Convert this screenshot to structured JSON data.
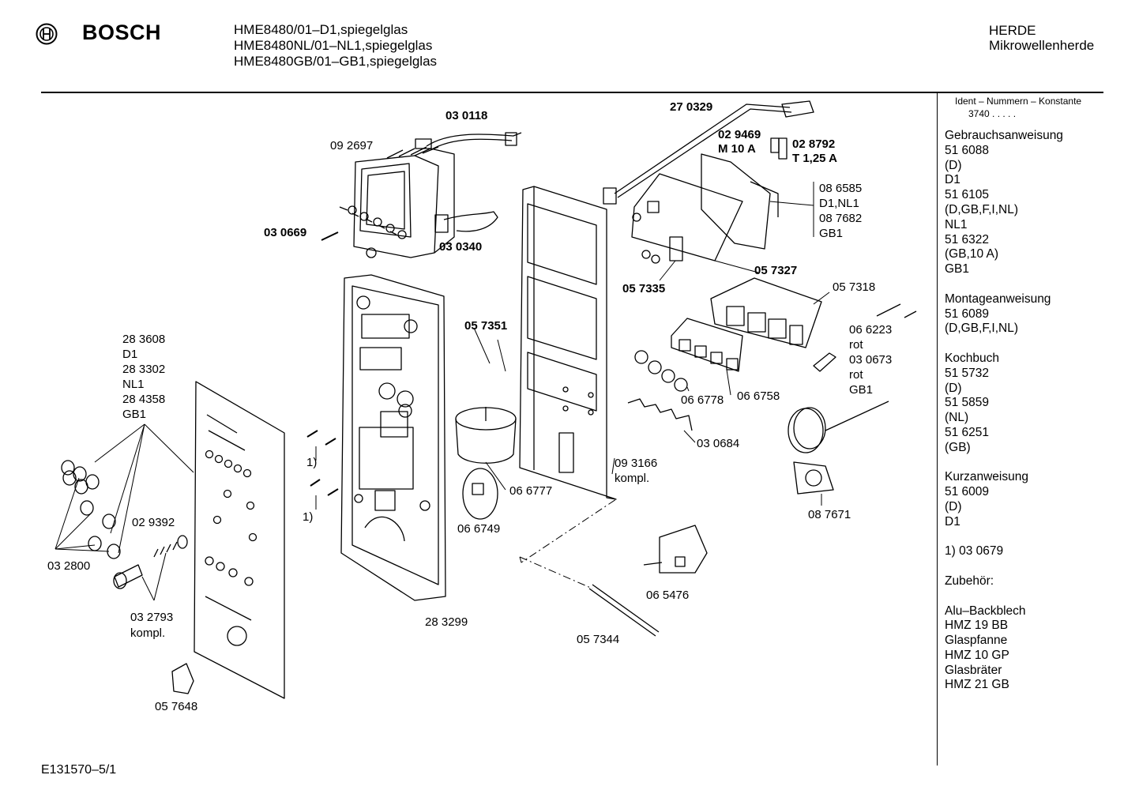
{
  "header": {
    "brand": "BOSCH",
    "models": [
      "HME8480/01–D1,spiegelglas",
      "HME8480NL/01–NL1,spiegelglas",
      "HME8480GB/01–GB1,spiegelglas"
    ],
    "category": [
      "HERDE",
      "Mikrowellenherde"
    ]
  },
  "sidebar": {
    "ident_title": "Ident – Nummern – Konstante",
    "ident_value": "3740  .  .  .  .  .",
    "lines": [
      "Gebrauchsanweisung",
      "51 6088",
      "(D)",
      "D1",
      "51 6105",
      "(D,GB,F,I,NL)",
      "NL1",
      "51 6322",
      "(GB,10 A)",
      "GB1",
      "",
      "Montageanweisung",
      "51 6089",
      "(D,GB,F,I,NL)",
      "",
      "Kochbuch",
      "51 5732",
      "(D)",
      "51 5859",
      "(NL)",
      "51 6251",
      "(GB)",
      "",
      "Kurzanweisung",
      "51 6009",
      "(D)",
      "D1",
      "",
      "1)  03 0679",
      "",
      "Zubehör:",
      "",
      "Alu–Backblech",
      "HMZ 19 BB",
      "Glaspfanne",
      "HMZ 10 GP",
      "Glasbräter",
      "HMZ 21 GB"
    ]
  },
  "footer": "E131570–5/1",
  "icons": [
    "bosch-logo-icon"
  ],
  "part_labels": [
    {
      "text": "03 0118",
      "bold": true
    },
    {
      "text": "09 2697",
      "bold": false
    },
    {
      "text": "03 0669",
      "bold": true
    },
    {
      "text": "03 0340",
      "bold": true
    },
    {
      "text": "27 0329",
      "bold": true
    },
    {
      "text": "02 9469",
      "bold": true
    },
    {
      "text": "M 10 A",
      "bold": true
    },
    {
      "text": "02 8792",
      "bold": true
    },
    {
      "text": "T 1,25 A",
      "bold": true
    },
    {
      "text": "08 6585",
      "bold": false
    },
    {
      "text": "D1,NL1",
      "bold": false
    },
    {
      "text": "08 7682",
      "bold": false
    },
    {
      "text": "GB1",
      "bold": false
    },
    {
      "text": "05 7327",
      "bold": true
    },
    {
      "text": "05 7335",
      "bold": true
    },
    {
      "text": "05 7318",
      "bold": false
    },
    {
      "text": "05 7351",
      "bold": true
    },
    {
      "text": "06 6223",
      "bold": false
    },
    {
      "text": "rot",
      "bold": false
    },
    {
      "text": "03 0673",
      "bold": false
    },
    {
      "text": "rot",
      "bold": false
    },
    {
      "text": "GB1",
      "bold": false
    },
    {
      "text": "28 3608",
      "bold": false
    },
    {
      "text": "D1",
      "bold": false
    },
    {
      "text": "28 3302",
      "bold": false
    },
    {
      "text": "NL1",
      "bold": false
    },
    {
      "text": "28 4358",
      "bold": false
    },
    {
      "text": "GB1",
      "bold": false
    },
    {
      "text": "06 6778",
      "bold": false
    },
    {
      "text": "06 6758",
      "bold": false
    },
    {
      "text": "03 0684",
      "bold": false
    },
    {
      "text": "1)",
      "bold": false
    },
    {
      "text": "1)",
      "bold": false
    },
    {
      "text": "09 3166",
      "bold": false
    },
    {
      "text": "kompl.",
      "bold": false
    },
    {
      "text": "06 6777",
      "bold": false
    },
    {
      "text": "06 6749",
      "bold": false
    },
    {
      "text": "02 9392",
      "bold": false
    },
    {
      "text": "03 2800",
      "bold": false
    },
    {
      "text": "03 2793",
      "bold": false
    },
    {
      "text": "kompl.",
      "bold": false
    },
    {
      "text": "08 7671",
      "bold": false
    },
    {
      "text": "06 5476",
      "bold": false
    },
    {
      "text": "28 3299",
      "bold": false
    },
    {
      "text": "05 7344",
      "bold": false
    },
    {
      "text": "05 7648",
      "bold": false
    }
  ]
}
